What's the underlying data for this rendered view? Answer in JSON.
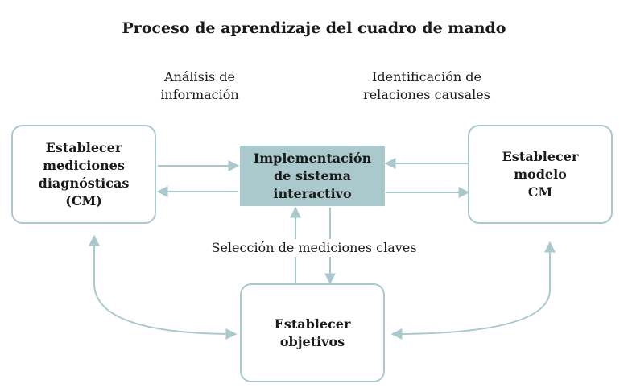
{
  "title": "Proceso de aprendizaje del cuadro de mando",
  "labels": {
    "analisis": [
      "Análisis de",
      "información"
    ],
    "identificacion": [
      "Identificación de",
      "relaciones causales"
    ],
    "seleccion": "Selección de mediciones claves"
  },
  "nodes": {
    "left": [
      "Establecer",
      "mediciones",
      "diagnósticas",
      "(CM)"
    ],
    "center": [
      "Implementación",
      "de sistema",
      "interactivo"
    ],
    "right": [
      "Establecer",
      "modelo",
      "CM"
    ],
    "bottom": [
      "Establecer",
      "objetivos"
    ]
  },
  "colors": {
    "accent": "#a9c9cd",
    "arrow": "#a9c9cd",
    "text": "#1a1a1a"
  }
}
